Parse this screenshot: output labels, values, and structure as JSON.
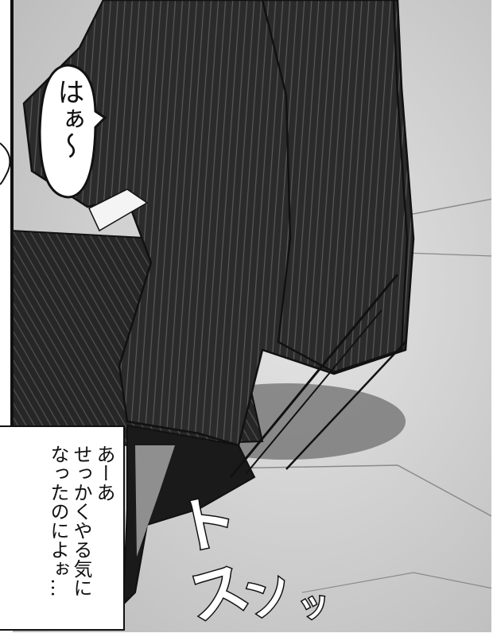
{
  "bubble": {
    "text": "はぁ〜"
  },
  "narration": {
    "text": "あーあ\nせっかくやる気に\nなったのによぉ…"
  },
  "sfx": {
    "chars": [
      "ト",
      "ス",
      "ン",
      "ッ"
    ]
  },
  "colors": {
    "ink": "#111111",
    "suit": "#2c2c2c",
    "floor": "#cfcfcf",
    "paper": "#ffffff"
  }
}
